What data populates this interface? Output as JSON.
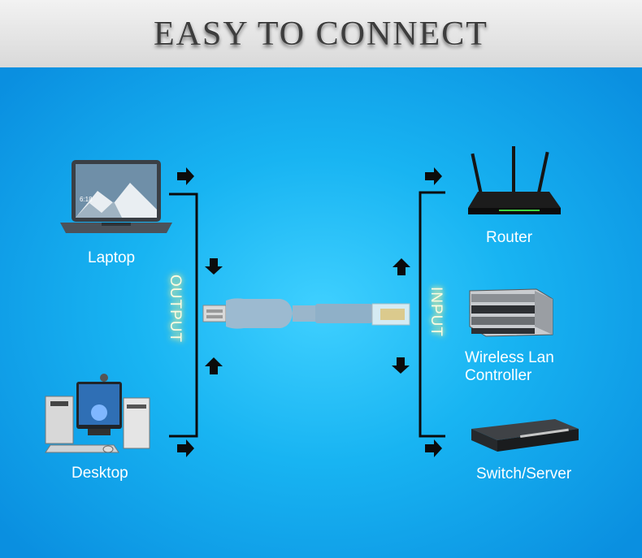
{
  "header": {
    "title": "EASY TO CONNECT"
  },
  "left_devices": [
    {
      "label": "Laptop",
      "icon": "laptop-icon"
    },
    {
      "label": "Desktop",
      "icon": "desktop-icon"
    }
  ],
  "right_devices": [
    {
      "label": "Router",
      "icon": "router-icon"
    },
    {
      "label_line1": "Wireless Lan",
      "label_line2": "Controller",
      "icon": "wlan-controller-icon"
    },
    {
      "label": "Switch/Server",
      "icon": "switch-icon"
    }
  ],
  "cable": {
    "left_label": "OUTPUT",
    "right_label": "INPUT",
    "icon": "usb-rj45-cable-icon"
  },
  "laptop_screen_time": "6:18",
  "colors": {
    "background": "#18b4f2",
    "header": "#e6e6e6",
    "title": "#3d3d3d",
    "cable": "#8fb0c8"
  }
}
